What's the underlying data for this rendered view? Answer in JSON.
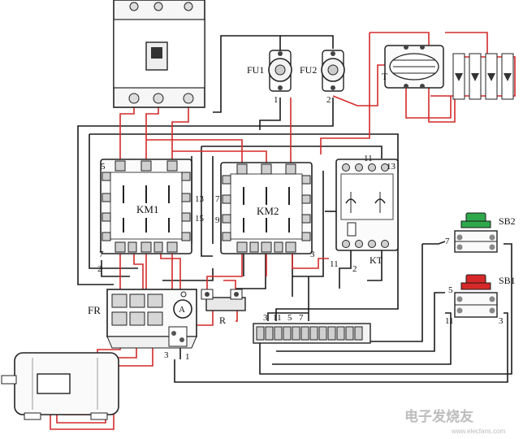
{
  "labels": {
    "fu1": "FU1",
    "fu2": "FU2",
    "transformer": "T",
    "km1": "KM1",
    "km2": "KM2",
    "kt": "KT",
    "fr": "FR",
    "resistor": "R",
    "sb1": "SB1",
    "sb2": "SB2",
    "ammeter": "A"
  },
  "terminal_numbers": {
    "fu1_out": "1",
    "fu2_out": "2",
    "km1_top_left": "5",
    "km1_right_upper": "13",
    "km1_right_lower": "15",
    "km1_bottom_left_7": "7",
    "km1_bottom_left_2": "2",
    "km2_left_7": "7",
    "km2_left_9": "9",
    "km2_bottom_3": "3",
    "kt_top_11": "11",
    "kt_top_13": "13",
    "kt_bottom_11": "11",
    "kt_bottom_2": "2",
    "sb2_left": "7",
    "sb1_left_top": "5",
    "sb1_left_bottom": "11",
    "sb1_right": "3",
    "terminal_block_3": "3",
    "terminal_block_11": "11",
    "terminal_block_5": "5",
    "terminal_block_7": "7",
    "fr_3": "3",
    "fr_1": "1"
  },
  "watermark": {
    "text": "电子发烧友",
    "url": "www.elecfans.com"
  },
  "colors": {
    "wire_black": "#1a1a1a",
    "wire_red": "#d42a2a",
    "sb2_button": "#2ea84a",
    "sb1_button": "#d62828"
  }
}
